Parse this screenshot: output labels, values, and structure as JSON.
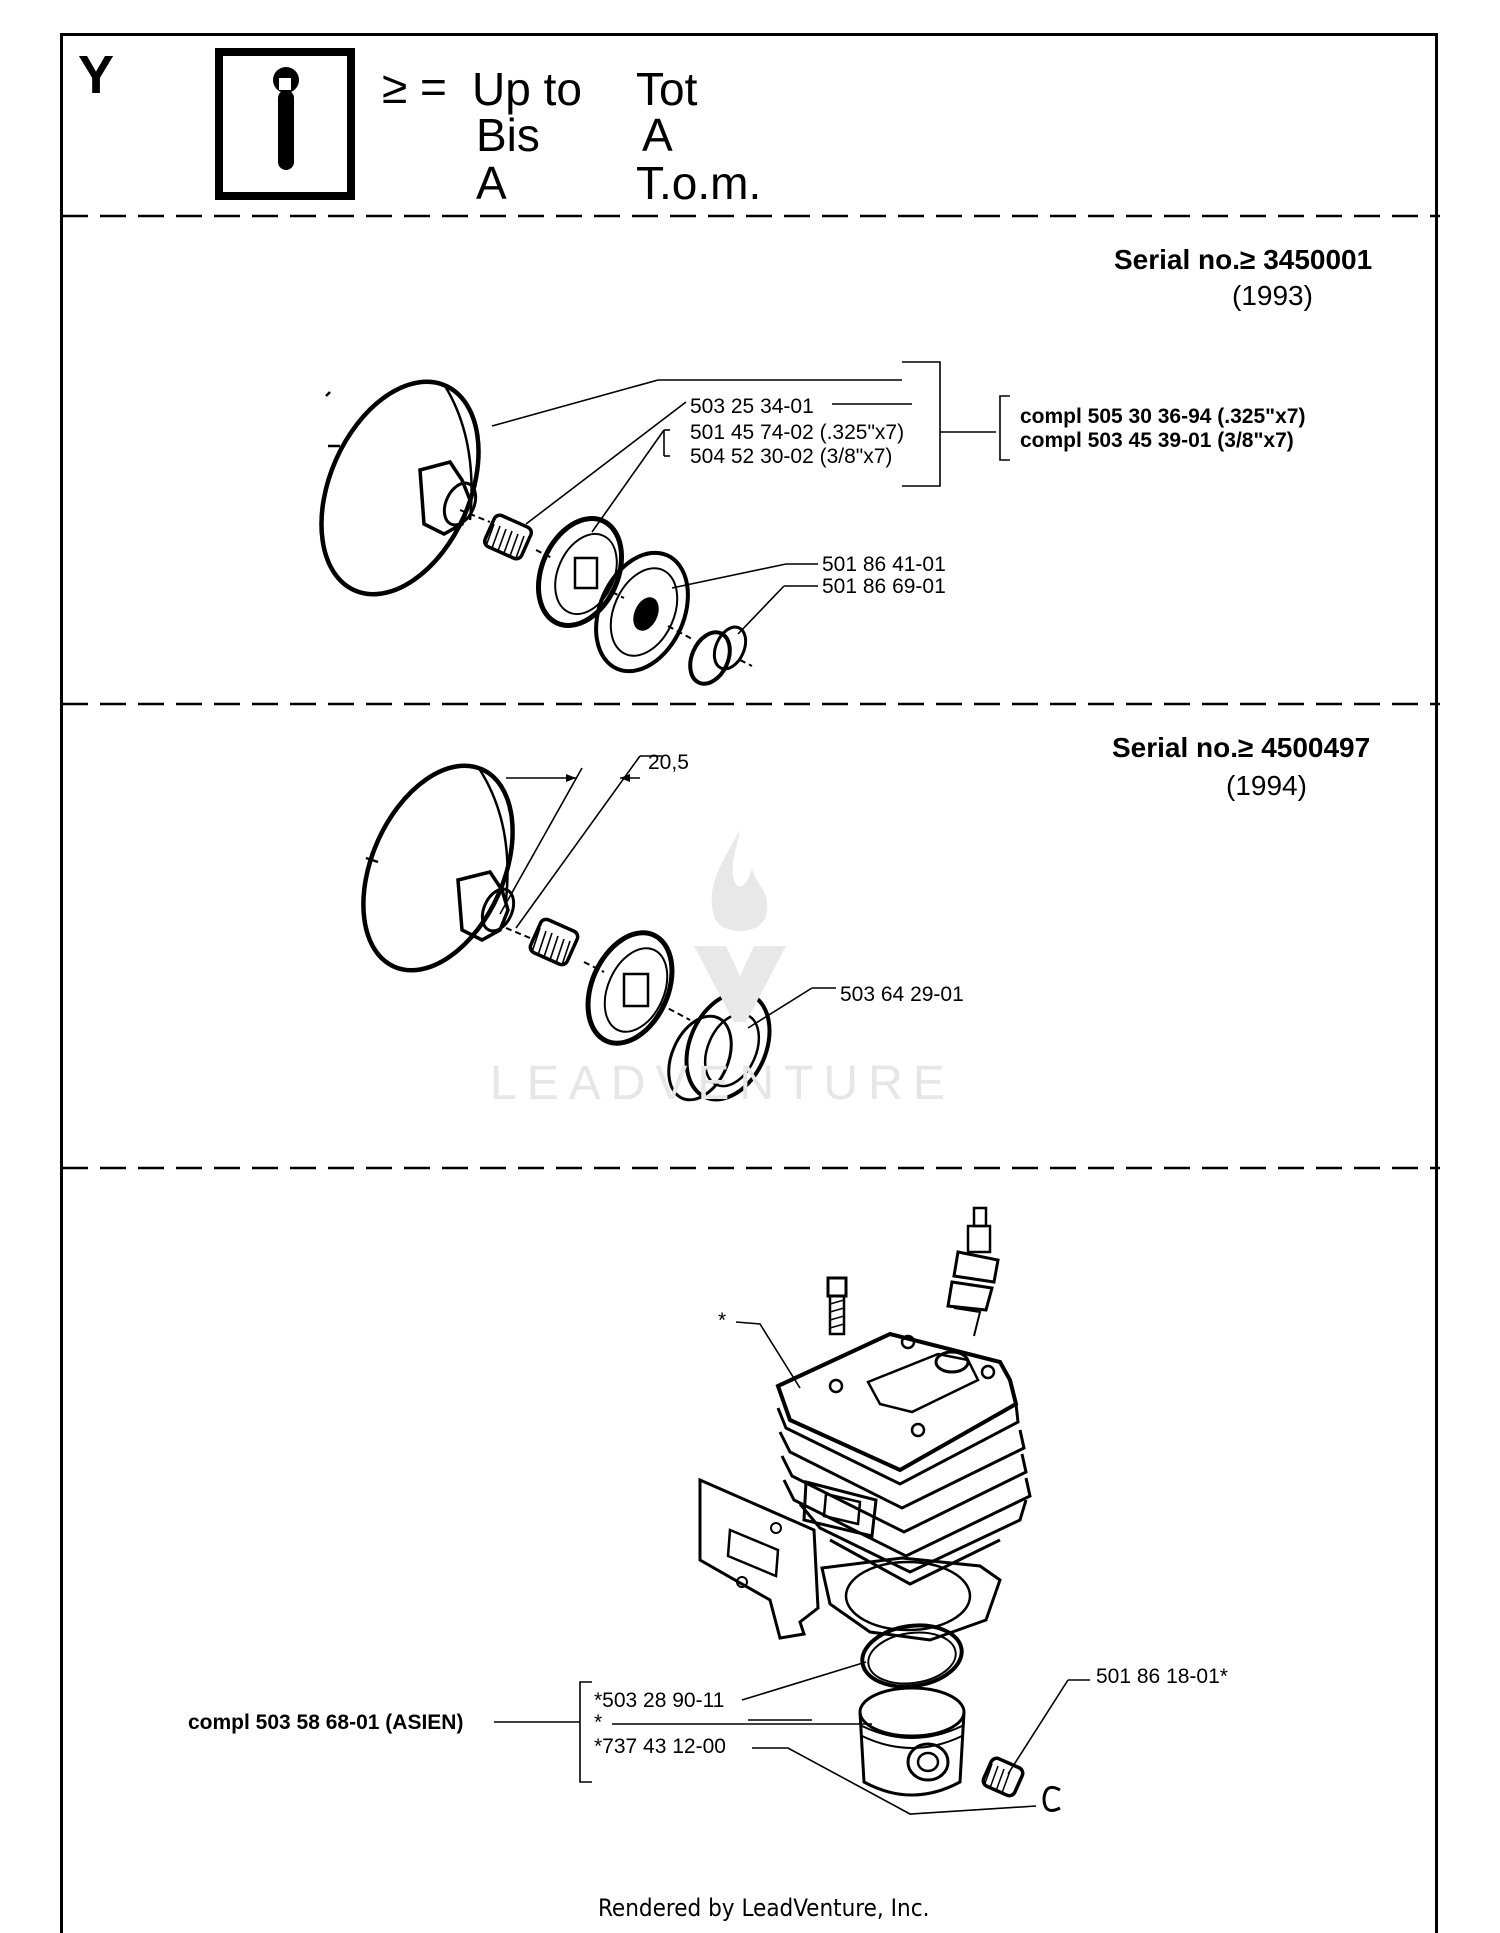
{
  "header": {
    "section_letter": "Y",
    "icon": "wrench-info-icon",
    "symbol": "≥ =",
    "legend": [
      {
        "a": "Up to",
        "b": "Tot"
      },
      {
        "a": "Bis",
        "b": "A"
      },
      {
        "a": "A",
        "b": "T.o.m."
      }
    ]
  },
  "section1": {
    "serial_label": "Serial no.≥ 3450001",
    "year": "(1993)",
    "parts": [
      "503 25 34-01",
      "501 45 74-02 (.325\"x7)",
      "504 52 30-02 (3/8\"x7)",
      "501 86 41-01",
      "501 86 69-01"
    ],
    "compl": [
      "compl 505 30 36-94 (.325\"x7)",
      "compl 503 45 39-01 (3/8\"x7)"
    ]
  },
  "section2": {
    "serial_label": "Serial no.≥ 4500497",
    "year": "(1994)",
    "dimension": "20,5",
    "parts": [
      "503 64 29-01"
    ]
  },
  "section3": {
    "asterisk": "*",
    "compl": "compl 503 58 68-01 (ASIEN)",
    "parts": [
      "*503 28 90-11",
      "*",
      "*737 43 12-00",
      "501 86 18-01*"
    ]
  },
  "watermark": {
    "text": "LEADVENTURE"
  },
  "footer": {
    "text": "Rendered by LeadVenture, Inc."
  }
}
